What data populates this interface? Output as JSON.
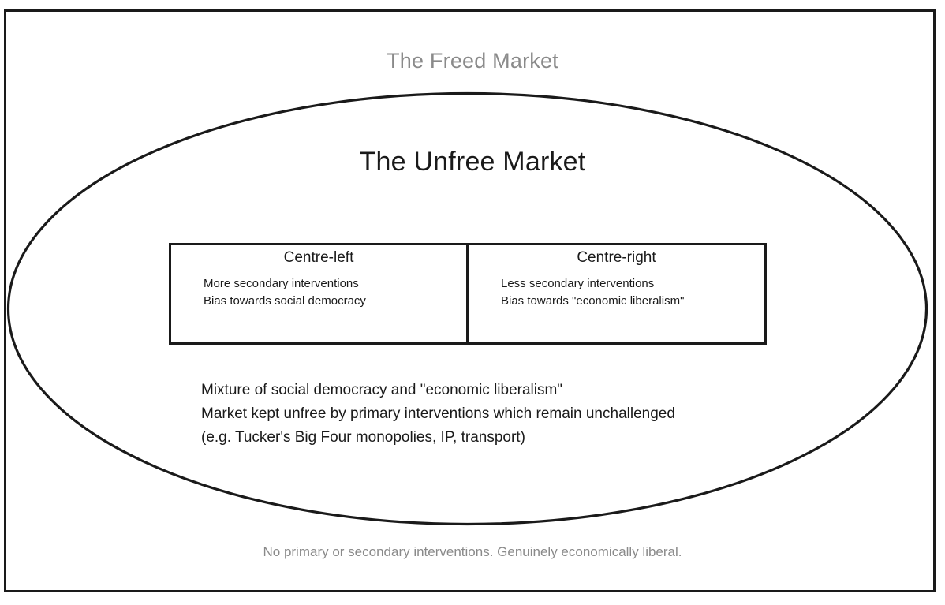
{
  "diagram": {
    "outer_region": {
      "title": "The Freed Market",
      "caption": "No primary or secondary interventions. Genuinely economically liberal.",
      "title_color": "#8a8a8a",
      "border_color": "#1a1a1a"
    },
    "inner_region": {
      "title": "The Unfree Market",
      "title_color": "#1a1a1a",
      "border_color": "#1a1a1a"
    },
    "table": {
      "columns": [
        {
          "header": "Centre-left",
          "lines": [
            "More secondary interventions",
            "Bias towards social democracy"
          ]
        },
        {
          "header": "Centre-right",
          "lines": [
            "Less secondary interventions",
            "Bias towards \"economic liberalism\""
          ]
        }
      ]
    },
    "description": {
      "lines": [
        "Mixture of social democracy and \"economic liberalism\"",
        "Market kept unfree by primary interventions which remain unchallenged",
        "(e.g. Tucker's Big Four monopolies, IP, transport)"
      ]
    }
  }
}
